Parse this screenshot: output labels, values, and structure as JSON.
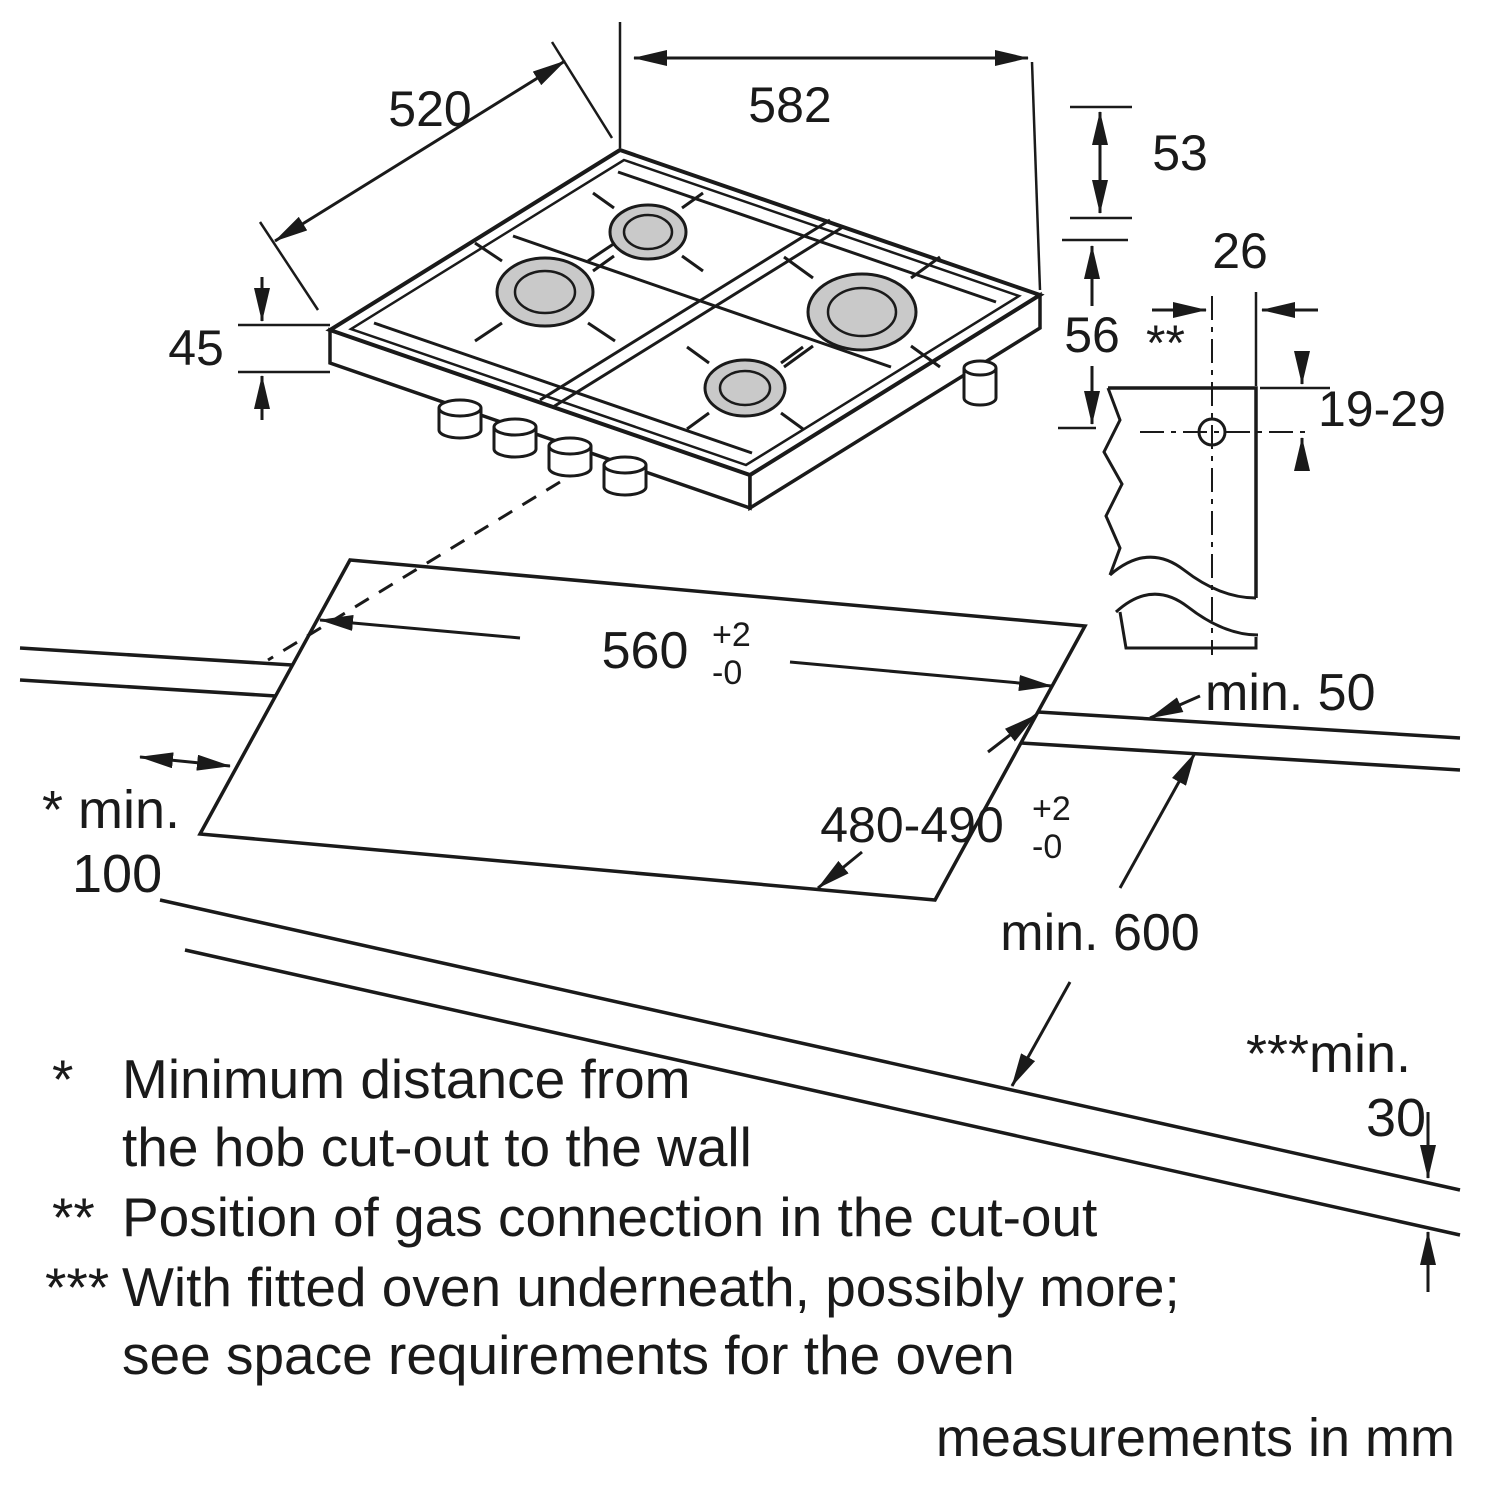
{
  "labels": {
    "hob_width": "582",
    "hob_depth": "520",
    "height_53": "53",
    "height_45": "45",
    "height_56": "56",
    "gas_offset_26": "26",
    "gas_marker": "**",
    "gas_range": "19-29",
    "cutout_width": "560",
    "cutout_width_plus": "+2",
    "cutout_width_minus": "-0",
    "cutout_depth": "480-490",
    "cutout_depth_plus": "+2",
    "cutout_depth_minus": "-0",
    "min_rear": "min. 50",
    "min_wall_a": "* min.",
    "min_wall_b": "100",
    "min_worktop_depth": "min. 600",
    "min_thickness_a": "***min.",
    "min_thickness_b": "30"
  },
  "footnotes": {
    "f1_marker": "*",
    "f1_line1": "Minimum distance from",
    "f1_line2": "the hob cut-out to the wall",
    "f2_marker": "**",
    "f2_line1": "Position of gas connection in the cut-out",
    "f3_marker": "***",
    "f3_line1": "With fitted oven underneath, possibly more;",
    "f3_line2": "see space requirements for the oven"
  },
  "footer": {
    "units_note": "measurements in mm"
  },
  "colors": {
    "line": "#1a1a1a",
    "burner_fill": "#c9c9c9",
    "background": "#ffffff"
  }
}
